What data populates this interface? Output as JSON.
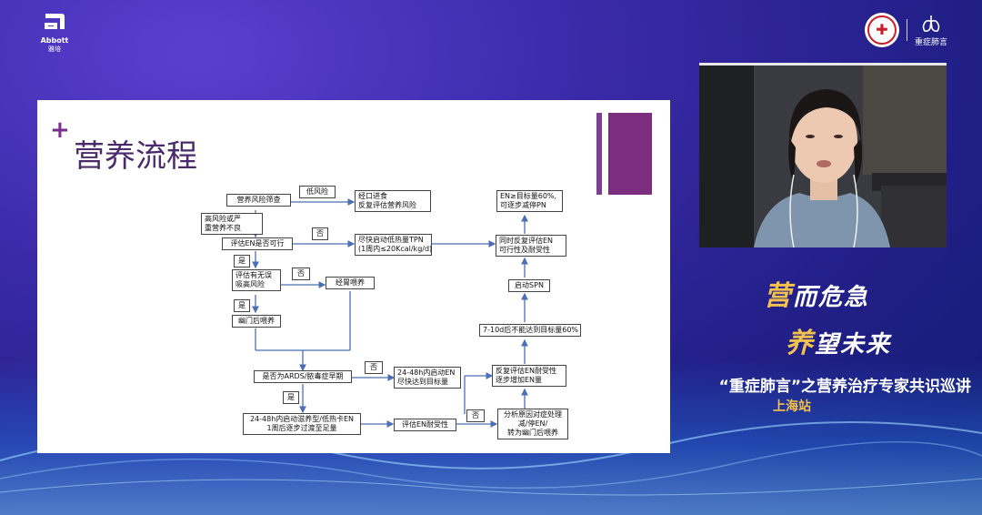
{
  "branding": {
    "left_logo_name": "Abbott",
    "left_logo_cn": "雅培",
    "right_logo_text": "重症肺言"
  },
  "slide": {
    "title": "营养流程",
    "flow": {
      "n1": "营养风险筛查",
      "n2": "低风险",
      "n3a": "经口进食",
      "n3b": "反复评估营养风险",
      "n4a": "高风险或严",
      "n4b": "重营养不良",
      "n5": "评估EN是否可行",
      "no1": "否",
      "n6a": "尽快启动低热量TPN",
      "n6b": "(1周内≤20Kcal/kg/d)",
      "yes1": "是",
      "n7a": "评估有无误",
      "n7b": "吸高风险",
      "no2": "否",
      "n8": "经胃喂养",
      "yes2": "是",
      "n9": "幽门后喂养",
      "n10": "是否为ARDS/脓毒症早期",
      "no3": "否",
      "n11a": "24-48h内启动EN",
      "n11b": "尽快达到目标量",
      "yes3": "是",
      "n12a": "24-48h内启动滋养型/低热卡EN",
      "n12b": "1周后逐步过渡至足量",
      "n13": "评估EN耐受性",
      "no4": "否",
      "n14a": "分析原因对症处理",
      "n14b": "减/停EN/",
      "n14c": "转为幽门后喂养",
      "n15a": "反复评估EN耐受性",
      "n15b": "逐步增加EN量",
      "n16": "7-10d后不能达到目标量60%",
      "n17": "启动SPN",
      "n18a": "同时反复评估EN",
      "n18b": "可行性及耐受性",
      "n19a": "EN≥目标量60%,",
      "n19b": "可逐步减停PN"
    }
  },
  "overlay": {
    "slogan_line1_first": "营",
    "slogan_line1_rest": "而危急",
    "slogan_line2_first": "养",
    "slogan_line2_rest": "望未来",
    "tour_title": "“重症肺言”之营养治疗专家共识巡讲",
    "tour_location": "上海站"
  },
  "colors": {
    "accent_purple": "#7b2d7e",
    "title_purple": "#4a2a6a",
    "slogan_gold": "#f2c14e",
    "background_blue": "#3b2aa8"
  }
}
